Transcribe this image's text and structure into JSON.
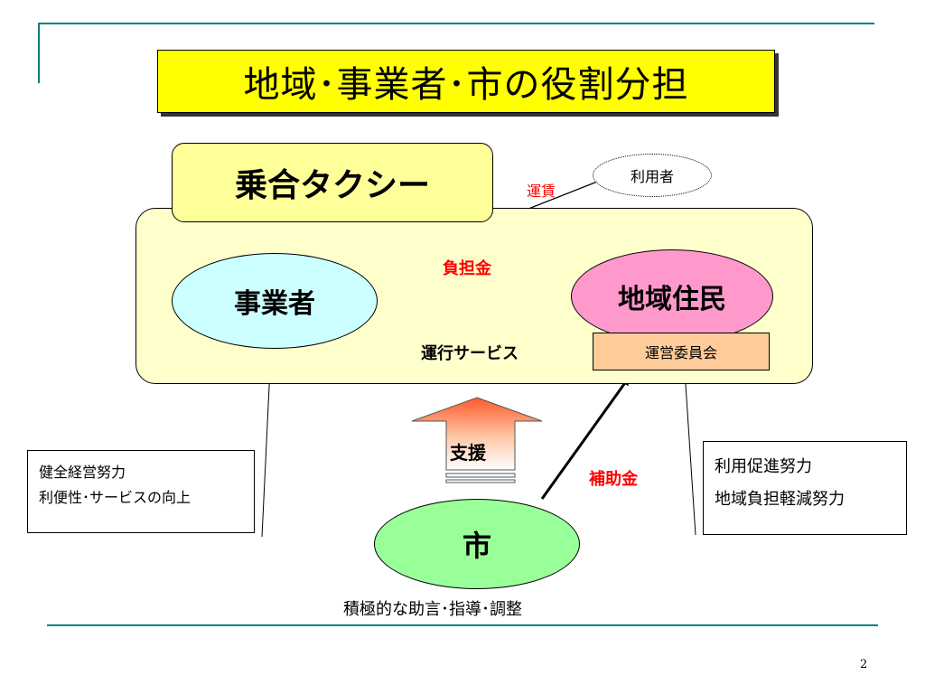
{
  "title": "地域･事業者･市の役割分担",
  "taxi_label": "乗合タクシー",
  "user_label": "利用者",
  "fare_label": "運賃",
  "operator_label": "事業者",
  "residents_label": "地域住民",
  "burden_label": "負担金",
  "service_label": "運行サービス",
  "committee_label": "運営委員会",
  "support_label": "支援",
  "subsidy_label": "補助金",
  "city_label": "市",
  "operator_efforts": [
    "健全経営努力",
    "利便性･サービスの向上"
  ],
  "resident_efforts": [
    "利用促進努力",
    "地域負担軽減努力"
  ],
  "city_role": "積極的な助言･指導･調整",
  "page_number": "2",
  "colors": {
    "title_bg": "#ffff00",
    "panel_bg": "#ffffcc",
    "taxi_tab_bg": "#ffff99",
    "operator_bg": "#ccffff",
    "residents_bg": "#ff99cc",
    "city_bg": "#99ff99",
    "committee_bg": "#ffcc99",
    "accent_line": "#008080",
    "money_label": "#ff0000"
  }
}
